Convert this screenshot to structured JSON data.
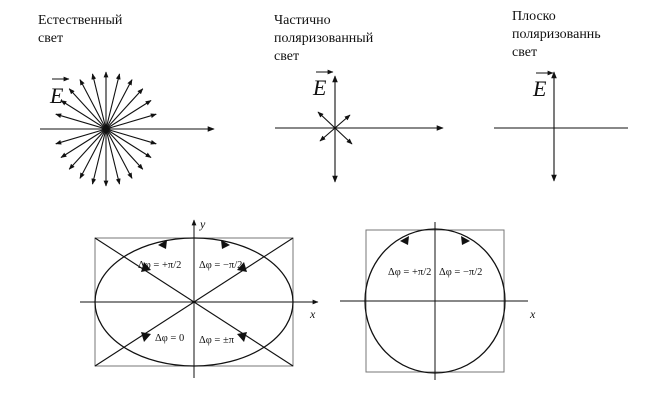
{
  "panels": {
    "natural": {
      "caption_lines": [
        "Естественный",
        "свет"
      ],
      "vector": "E"
    },
    "partial": {
      "caption_lines": [
        "Частично",
        "поляризованный",
        "свет"
      ],
      "vector": "E"
    },
    "plane": {
      "caption_lines": [
        "Плоско",
        "поляризованнь",
        "свет"
      ],
      "vector": "E"
    }
  },
  "ellipse_diagram": {
    "x_axis_label": "x",
    "y_axis_label": "y",
    "labels": {
      "upper_left": "Δφ = +π/2",
      "upper_right": "Δφ = −π/2",
      "lower_left": "Δφ = 0",
      "lower_right": "Δφ = ±π"
    }
  },
  "circle_diagram": {
    "x_axis_label": "x",
    "labels": {
      "left": "Δφ = +π/2",
      "right": "Δφ = −π/2"
    }
  }
}
